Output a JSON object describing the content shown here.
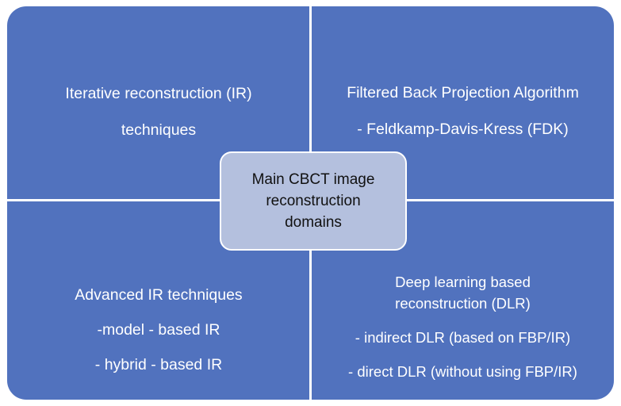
{
  "diagram": {
    "title": "Main CBCT image reconstruction domains",
    "colors": {
      "panel_blue": "#5172be",
      "center_fill": "#b4c0de",
      "divider_white": "#ffffff",
      "quadrant_text": "#ffffff",
      "center_text": "#111111"
    },
    "center": {
      "lines": [
        "Main CBCT image",
        "reconstruction",
        "domains"
      ]
    },
    "quadrants": [
      {
        "id": "top-left",
        "name": "iterative-reconstruction",
        "lines": [
          "Iterative reconstruction (IR)",
          "techniques"
        ]
      },
      {
        "id": "top-right",
        "name": "filtered-back-projection",
        "lines": [
          "Filtered Back Projection Algorithm",
          "- Feldkamp-Davis-Kress (FDK)"
        ]
      },
      {
        "id": "bottom-left",
        "name": "advanced-ir",
        "lines": [
          "Advanced IR techniques",
          "-model - based IR",
          "- hybrid - based IR"
        ]
      },
      {
        "id": "bottom-right",
        "name": "deep-learning-reconstruction",
        "lines": [
          "Deep learning based",
          "reconstruction (DLR)",
          "- indirect DLR (based on FBP/IR)",
          "- direct DLR (without using FBP/IR)"
        ]
      }
    ]
  }
}
